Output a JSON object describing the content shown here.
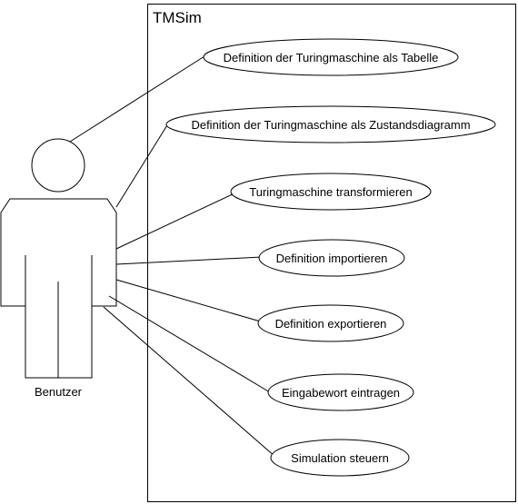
{
  "system": {
    "title": "TMSim"
  },
  "actor": {
    "label": "Benutzer"
  },
  "use_cases": [
    {
      "label": "Definition der Turingmaschine als Tabelle"
    },
    {
      "label": "Definition der Turingmaschine als Zustandsdiagramm"
    },
    {
      "label": "Turingmaschine transformieren"
    },
    {
      "label": "Definition importieren"
    },
    {
      "label": "Definition exportieren"
    },
    {
      "label": "Eingabewort eintragen"
    },
    {
      "label": "Simulation steuern"
    }
  ],
  "colors": {
    "stroke": "#000000",
    "background": "#ffffff"
  }
}
